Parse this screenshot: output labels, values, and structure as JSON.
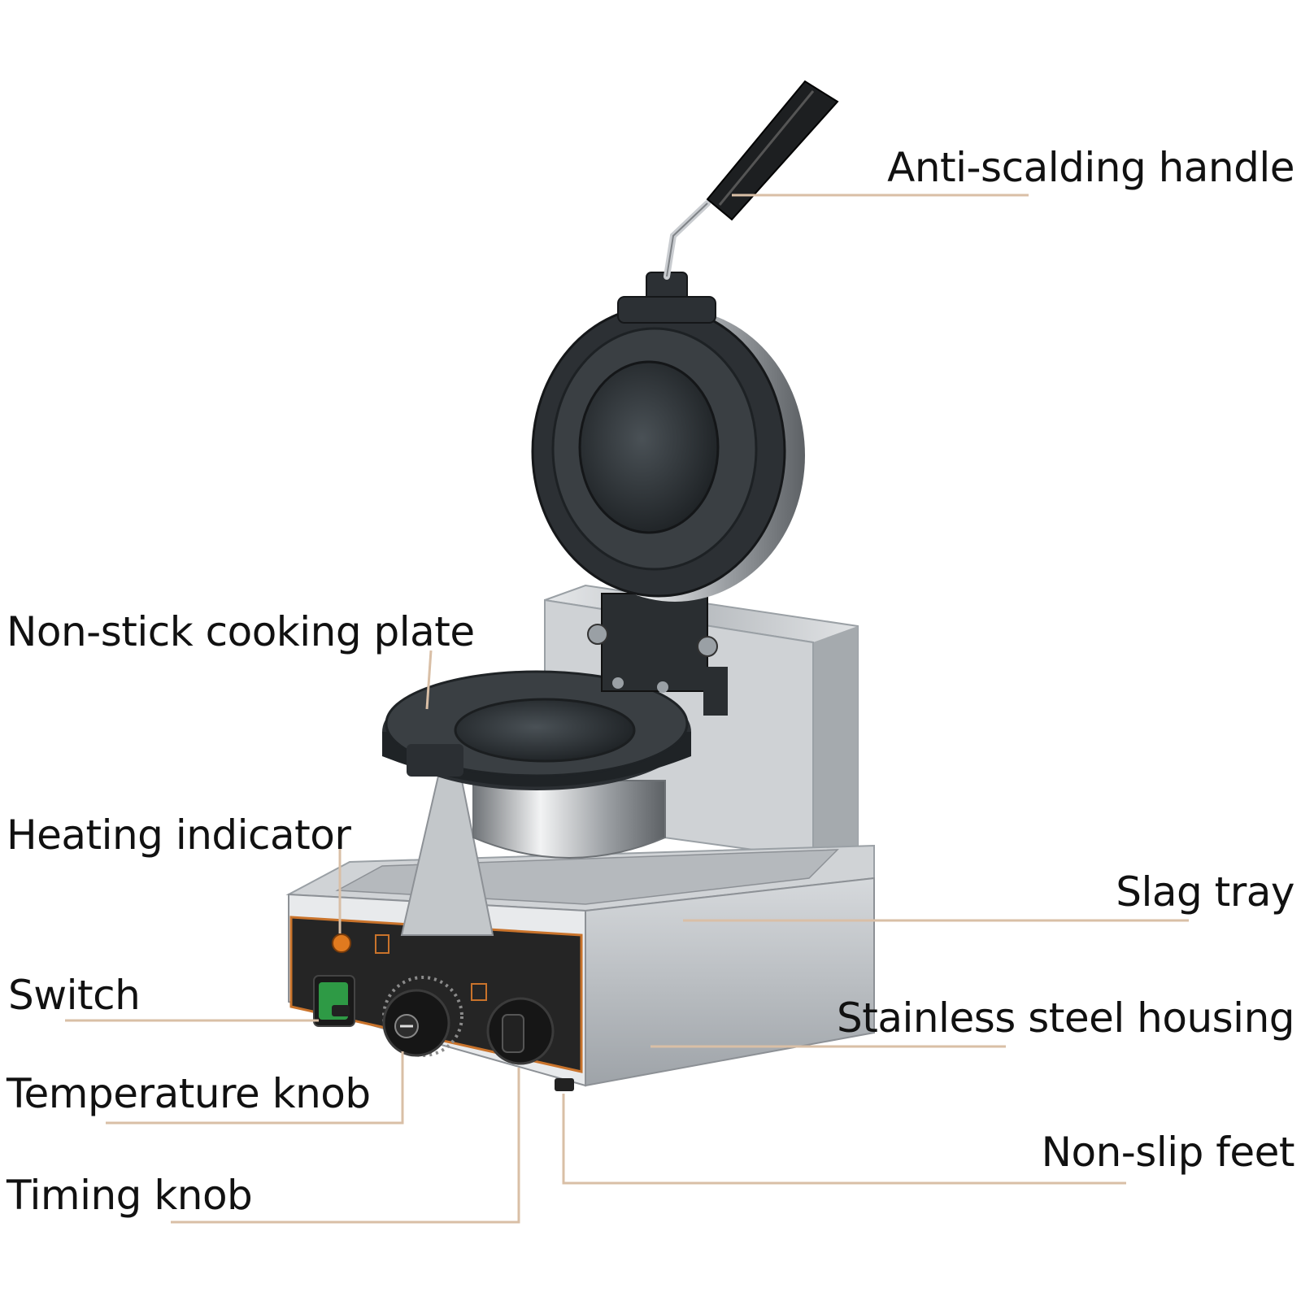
{
  "labels": {
    "handle": "Anti-scalding handle",
    "plate": "Non-stick cooking plate",
    "indicator": "Heating indicator",
    "slag_tray": "Slag tray",
    "switch": "Switch",
    "housing": "Stainless steel housing",
    "temperature": "Temperature knob",
    "feet": "Non-slip feet",
    "timing": "Timing knob"
  },
  "colors": {
    "leader": "#d9bfa6",
    "steel": "#c9cccf",
    "steel_dark": "#8d9196",
    "plate": "#2f3337",
    "panel": "#2a2a2a",
    "switch_green": "#2e9a45",
    "indicator": "#e07a1f"
  }
}
